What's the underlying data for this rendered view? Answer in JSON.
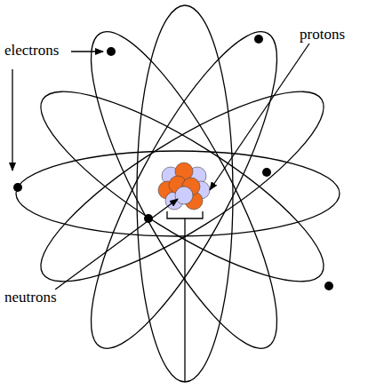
{
  "diagram": {
    "labels": [
      "electrons",
      "protons",
      "neutrons"
    ]
  }
}
